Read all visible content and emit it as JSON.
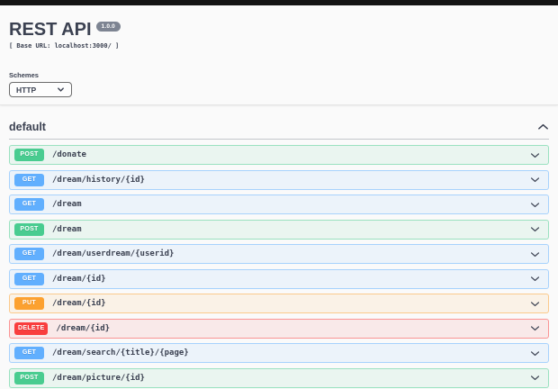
{
  "api": {
    "title": "REST API",
    "version": "1.0.0",
    "base_url_text": "[ Base URL: localhost:3000/ ]"
  },
  "schemes": {
    "label": "Schemes",
    "selected": "HTTP"
  },
  "section": {
    "title": "default"
  },
  "endpoints": [
    {
      "method": "POST",
      "path": "/donate"
    },
    {
      "method": "GET",
      "path": "/dream/history/{id}"
    },
    {
      "method": "GET",
      "path": "/dream"
    },
    {
      "method": "POST",
      "path": "/dream"
    },
    {
      "method": "GET",
      "path": "/dream/userdream/{userid}"
    },
    {
      "method": "GET",
      "path": "/dream/{id}"
    },
    {
      "method": "PUT",
      "path": "/dream/{id}"
    },
    {
      "method": "DELETE",
      "path": "/dream/{id}"
    },
    {
      "method": "GET",
      "path": "/dream/search/{title}/{page}"
    },
    {
      "method": "POST",
      "path": "/dream/picture/{id}"
    }
  ],
  "colors": {
    "GET": "#61affe",
    "POST": "#49cc90",
    "PUT": "#fca130",
    "DELETE": "#f93e3e",
    "topbar": "#141414",
    "version_badge": "#7d8492",
    "text": "#3b4151"
  }
}
